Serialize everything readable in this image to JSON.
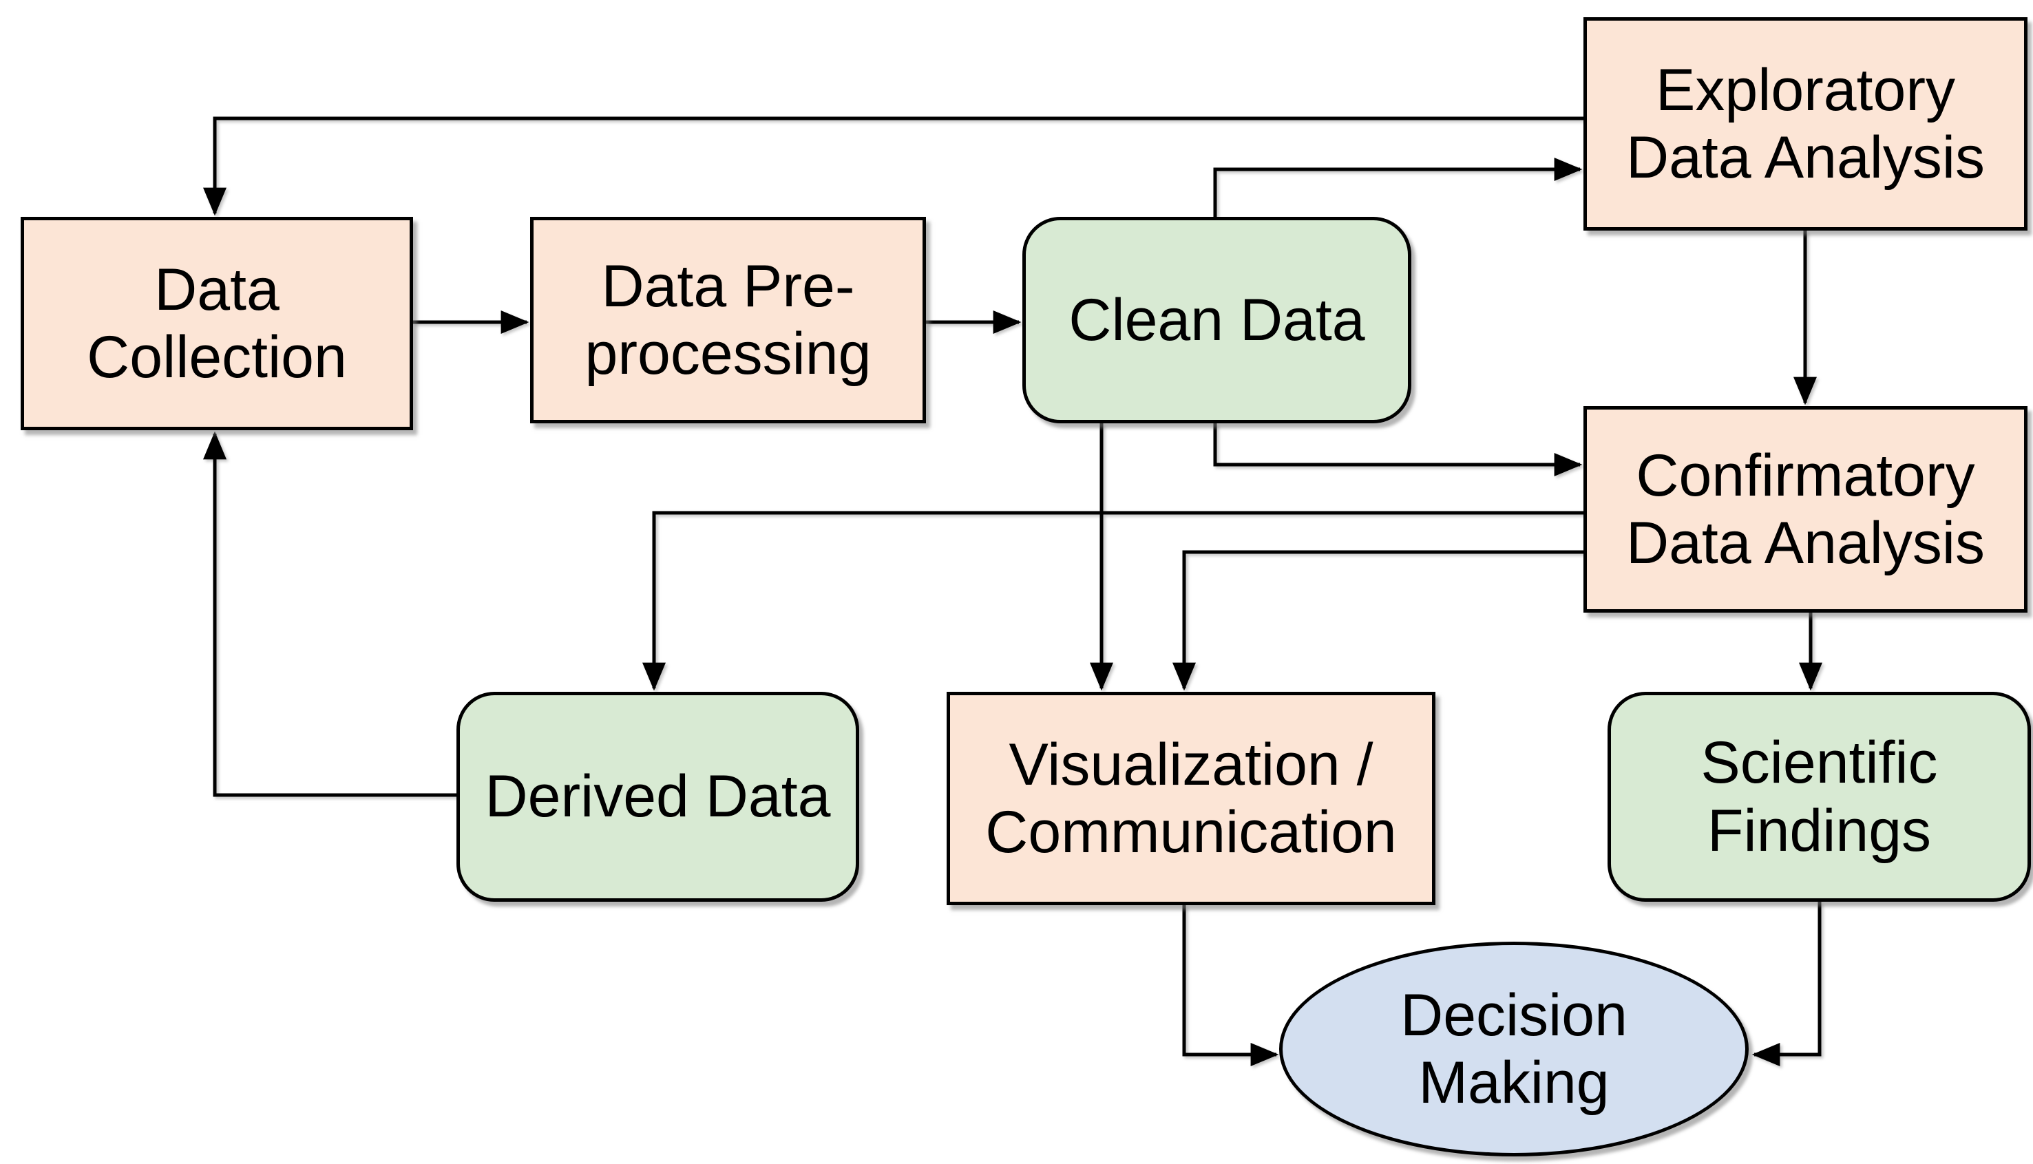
{
  "diagram": {
    "type": "flowchart",
    "colors": {
      "process_box_fill": "#fce5d6",
      "data_box_fill": "#d8ead3",
      "decision_fill": "#d3dff0",
      "border": "#000000",
      "arrow": "#000000",
      "background": "#ffffff"
    },
    "nodes": [
      {
        "id": "data-collection",
        "label": "Data Collection",
        "lines": [
          "Data",
          "Collection"
        ],
        "shape": "rect",
        "fill": "#fce5d6"
      },
      {
        "id": "data-preprocessing",
        "label": "Data Pre-processing",
        "lines": [
          "Data Pre-",
          "processing"
        ],
        "shape": "rect",
        "fill": "#fce5d6"
      },
      {
        "id": "clean-data",
        "label": "Clean Data",
        "lines": [
          "Clean Data"
        ],
        "shape": "rounded",
        "fill": "#d8ead3"
      },
      {
        "id": "exploratory",
        "label": "Exploratory Data Analysis",
        "lines": [
          "Exploratory",
          "Data Analysis"
        ],
        "shape": "rect",
        "fill": "#fce5d6"
      },
      {
        "id": "confirmatory",
        "label": "Confirmatory Data Analysis",
        "lines": [
          "Confirmatory",
          "Data Analysis"
        ],
        "shape": "rect",
        "fill": "#fce5d6"
      },
      {
        "id": "derived-data",
        "label": "Derived Data",
        "lines": [
          "Derived Data"
        ],
        "shape": "rounded",
        "fill": "#d8ead3"
      },
      {
        "id": "visualization",
        "label": "Visualization / Communication",
        "lines": [
          "Visualization /",
          "Communication"
        ],
        "shape": "rect",
        "fill": "#fce5d6"
      },
      {
        "id": "scientific-findings",
        "label": "Scientific Findings",
        "lines": [
          "Scientific",
          "Findings"
        ],
        "shape": "rounded",
        "fill": "#d8ead3"
      },
      {
        "id": "decision-making",
        "label": "Decision Making",
        "lines": [
          "Decision",
          "Making"
        ],
        "shape": "ellipse",
        "fill": "#d3dff0"
      }
    ],
    "edges": [
      {
        "from": "Data Collection",
        "to": "Data Pre-processing"
      },
      {
        "from": "Data Pre-processing",
        "to": "Clean Data"
      },
      {
        "from": "Clean Data",
        "to": "Exploratory Data Analysis"
      },
      {
        "from": "Exploratory Data Analysis",
        "to": "Data Collection"
      },
      {
        "from": "Exploratory Data Analysis",
        "to": "Confirmatory Data Analysis"
      },
      {
        "from": "Clean Data",
        "to": "Confirmatory Data Analysis"
      },
      {
        "from": "Clean Data",
        "to": "Visualization / Communication"
      },
      {
        "from": "Confirmatory Data Analysis",
        "to": "Derived Data"
      },
      {
        "from": "Confirmatory Data Analysis",
        "to": "Visualization / Communication"
      },
      {
        "from": "Confirmatory Data Analysis",
        "to": "Scientific Findings"
      },
      {
        "from": "Derived Data",
        "to": "Data Collection"
      },
      {
        "from": "Visualization / Communication",
        "to": "Decision Making"
      },
      {
        "from": "Scientific Findings",
        "to": "Decision Making"
      }
    ]
  }
}
